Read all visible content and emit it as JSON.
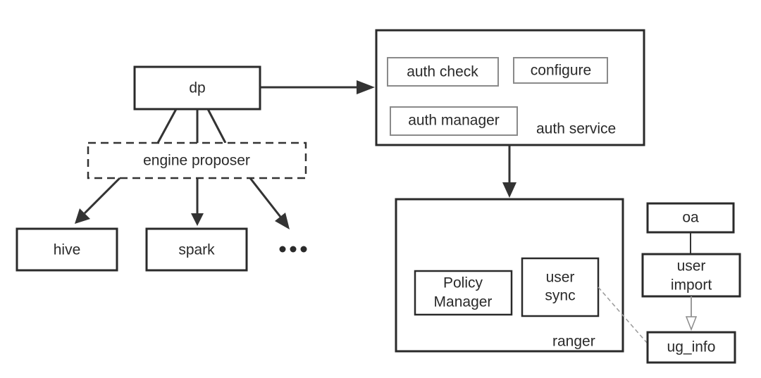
{
  "nodes": {
    "dp": "dp",
    "engine_proposer": "engine proposer",
    "hive": "hive",
    "spark": "spark",
    "auth_service": "auth service",
    "auth_check": "auth check",
    "configure": "configure",
    "auth_manager": "auth manager",
    "ranger": "ranger",
    "policy_manager_line1": "Policy",
    "policy_manager_line2": "Manager",
    "user_sync_line1": "user",
    "user_sync_line2": "sync",
    "oa": "oa",
    "user_import_line1": "user",
    "user_import_line2": "import",
    "ug_info": "ug_info"
  },
  "colors": {
    "stroke": "#2a2a2a",
    "inner_stroke": "#8a8a8a",
    "background": "#ffffff"
  }
}
